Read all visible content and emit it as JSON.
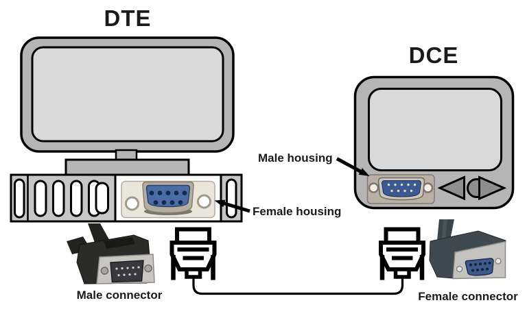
{
  "diagram": {
    "dte": {
      "title": "DTE",
      "housing_label": "Female housing"
    },
    "dce": {
      "title": "DCE",
      "housing_label": "Male housing"
    },
    "cable": {
      "male_label": "Male connector",
      "female_label": "Female connector"
    }
  },
  "colors": {
    "background": "#ffffff",
    "device_gray": "#b5b5b5",
    "screen_gray": "#d9d9d9",
    "unit_gray": "#c6c6c6",
    "panel_white": "#ffffff",
    "button_gray": "#8e8e8e",
    "outline": "#000000",
    "db9_female_blue": "#4a6da3",
    "db9_male_blue": "#3a5a96",
    "label_text": "#1a1a1a"
  }
}
